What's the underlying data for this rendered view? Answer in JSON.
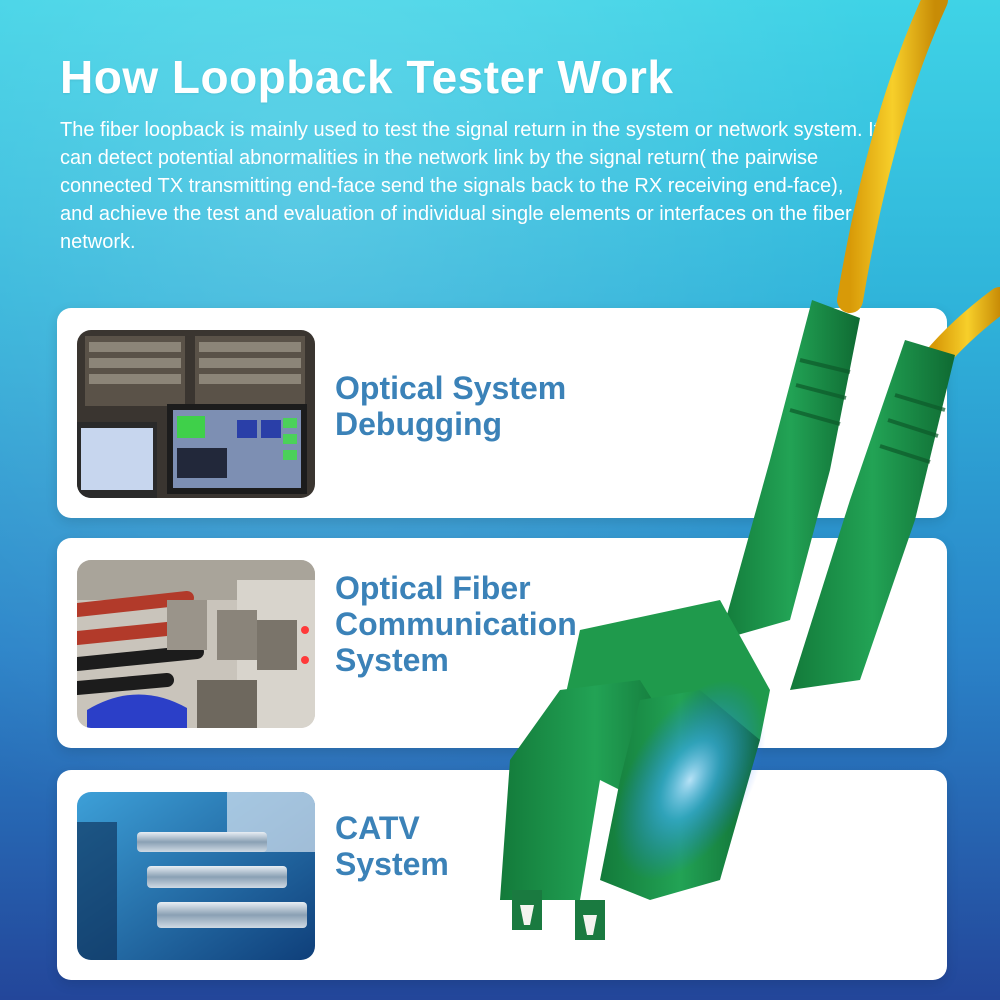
{
  "header": {
    "title": "How Loopback Tester Work",
    "description": "The fiber loopback is mainly used to test the signal return in the system or network system. It can detect potential abnormalities in the network link by the signal return( the pairwise connected TX transmitting end-face send the signals back to the RX receiving end-face), and achieve the test and evaluation of individual single elements or interfaces on the fiber network."
  },
  "cards": [
    {
      "lines": [
        "Optical System",
        "Debugging"
      ],
      "image": "server-rack-monitors"
    },
    {
      "lines": [
        "Optical Fiber",
        "Communication",
        "System"
      ],
      "image": "network-switch-cables"
    },
    {
      "lines": [
        "CATV",
        "System"
      ],
      "image": "coaxial-connectors"
    }
  ],
  "colors": {
    "label": "#3b82b8",
    "connector_green": "#1f9a4c",
    "fiber_yellow": "#f2c21a",
    "card_bg": "#ffffff"
  }
}
